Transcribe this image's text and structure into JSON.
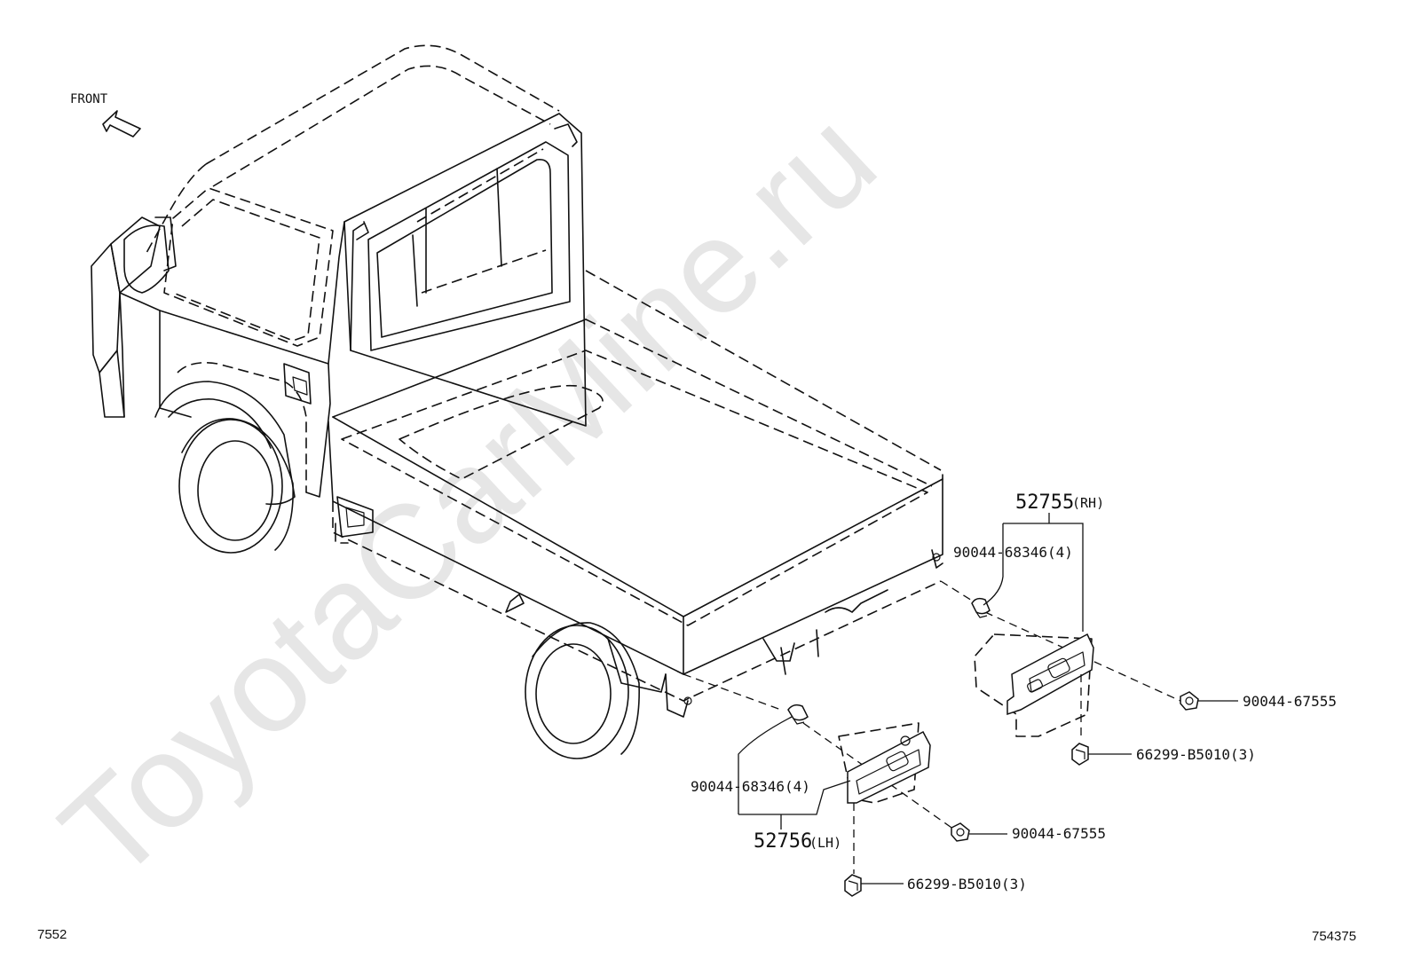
{
  "watermark": "ToyotaCarMine.ru",
  "orientation": {
    "label": "FRONT",
    "icon": "front-arrow-icon"
  },
  "diagram_id_left": "7552",
  "diagram_id_right": "754375",
  "parts": {
    "mudguard_rh": {
      "part_number": "52755",
      "side": "(RH)"
    },
    "mudguard_lh": {
      "part_number": "52756",
      "side": "(LH)"
    },
    "clip_rh": {
      "label": "90044-68346(4)"
    },
    "clip_lh": {
      "label": "90044-68346(4)"
    },
    "screw_rh": {
      "label": "90044-67555"
    },
    "screw_lh": {
      "label": "90044-67555"
    },
    "bolt_rh": {
      "label": "66299-B5010(3)"
    },
    "bolt_lh": {
      "label": "66299-B5010(3)"
    }
  }
}
